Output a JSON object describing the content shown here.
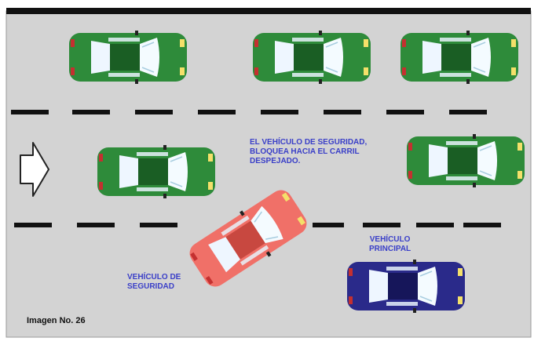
{
  "annotation_main": [
    "EL VEHÍCULO DE SEGURIDAD,",
    "BLOQUEA HACIA EL CARRIL",
    "DESPEJADO."
  ],
  "label_principal": [
    "VEHÍCULO",
    "PRINCIPAL"
  ],
  "label_security": [
    "VEHÍCULO DE",
    "SEGURIDAD"
  ],
  "caption": "Imagen No. 26",
  "colors": {
    "road": "#d3d3d3",
    "lane_mark": "#111111",
    "green_car": "#2e8b3a",
    "green_car_dark": "#1a5e24",
    "security_car": "#f07068",
    "security_car_dark": "#c84840",
    "principal_car": "#2a2a8a",
    "principal_car_dark": "#16165a",
    "text_blue": "#3a3fc8"
  },
  "icons": [
    "direction-arrow-icon"
  ]
}
